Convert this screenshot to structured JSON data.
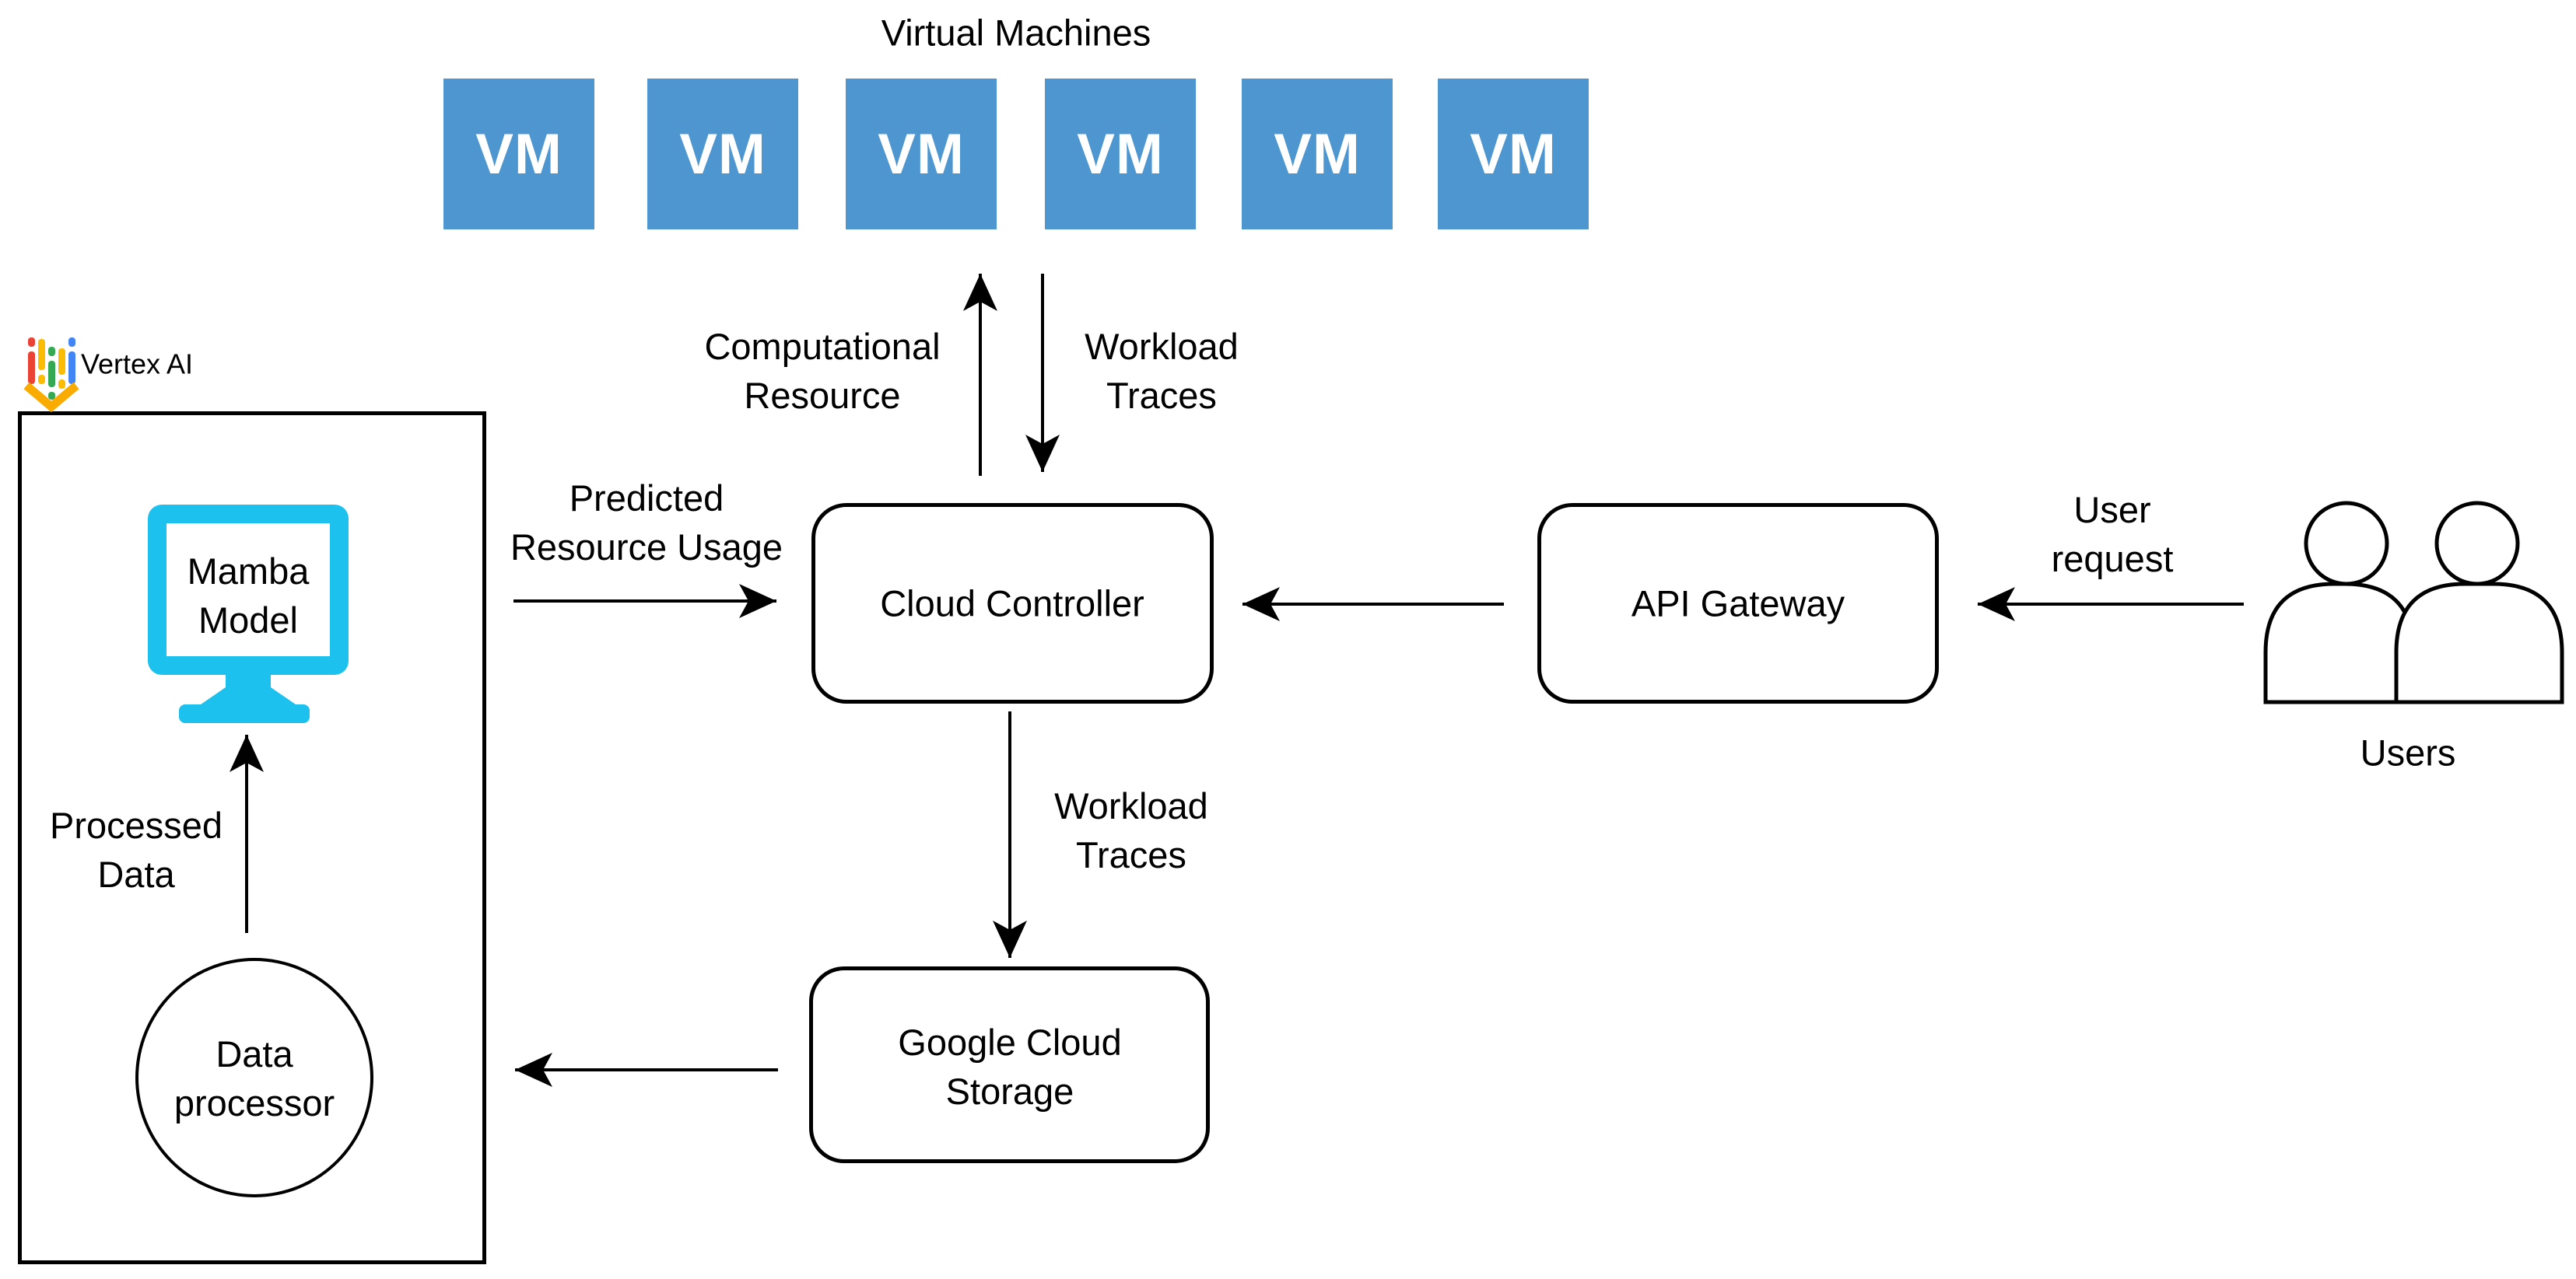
{
  "diagram": {
    "colors": {
      "vm_blue": "#4D96D0",
      "monitor_cyan": "#1CC1EE",
      "stroke": "#000000",
      "text": "#000000",
      "logo_red": "#EA4335",
      "logo_yellow": "#FBBC04",
      "logo_green": "#34A853",
      "logo_blue": "#4285F4",
      "logo_gold": "#F9AB00"
    },
    "vm_group": {
      "title": "Virtual Machines",
      "vms": [
        "VM",
        "VM",
        "VM",
        "VM",
        "VM",
        "VM"
      ]
    },
    "vertex_ai": {
      "label": "Vertex AI"
    },
    "nodes": {
      "mamba_model": {
        "lines": [
          "Mamba",
          "Model"
        ]
      },
      "data_processor": {
        "lines": [
          "Data",
          "processor"
        ]
      },
      "cloud_controller": {
        "label": "Cloud Controller"
      },
      "api_gateway": {
        "label": "API Gateway"
      },
      "google_cloud_storage": {
        "lines": [
          "Google Cloud",
          "Storage"
        ]
      },
      "users": {
        "label": "Users"
      }
    },
    "edge_labels": {
      "computational_resource": {
        "lines": [
          "Computational",
          "Resource"
        ]
      },
      "workload_traces_from_vms": {
        "lines": [
          "Workload",
          "Traces"
        ]
      },
      "predicted_resource_usage": {
        "lines": [
          "Predicted",
          "Resource Usage"
        ]
      },
      "workload_traces_to_storage": {
        "lines": [
          "Workload",
          "Traces"
        ]
      },
      "user_request": {
        "lines": [
          "User",
          "request"
        ]
      },
      "processed_data": {
        "lines": [
          "Processed",
          "Data"
        ]
      }
    }
  }
}
